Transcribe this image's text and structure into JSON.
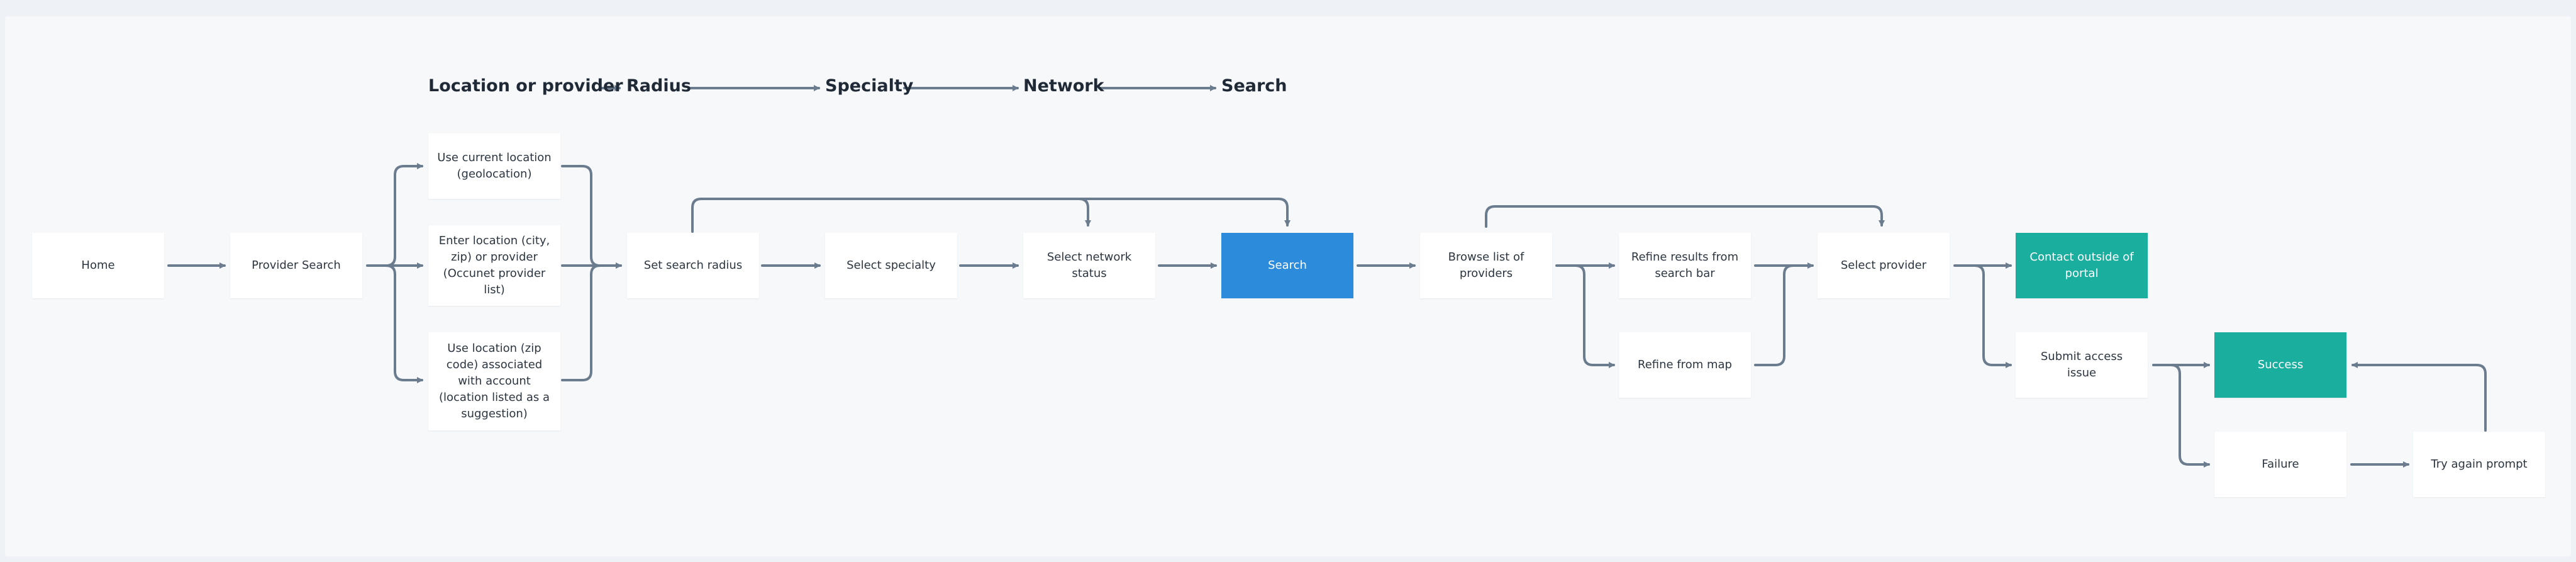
{
  "colors": {
    "background": "#f6f8fa",
    "node": "#ffffff",
    "arrow": "#6b7c8f",
    "search_node": "#2d8bdc",
    "success_node": "#1aae9f"
  },
  "header_steps": [
    "Location or provider",
    "Radius",
    "Specialty",
    "Network",
    "Search"
  ],
  "nodes": {
    "home": "Home",
    "provider_search": "Provider Search",
    "use_current_location": "Use current location (geolocation)",
    "enter_location": "Enter location (city, zip) or provider (Occunet provider list)",
    "use_account_location": "Use location (zip code) associated with account (location listed as a suggestion)",
    "set_search_radius": "Set search radius",
    "select_specialty": "Select specialty",
    "select_network_status": "Select network status",
    "search": "Search",
    "browse_list": "Browse list of providers",
    "refine_search_bar": "Refine results from search bar",
    "refine_map": "Refine from map",
    "select_provider": "Select provider",
    "contact_outside": "Contact outside of portal",
    "submit_access_issue": "Submit access issue",
    "success": "Success",
    "failure": "Failure",
    "try_again": "Try again prompt"
  }
}
